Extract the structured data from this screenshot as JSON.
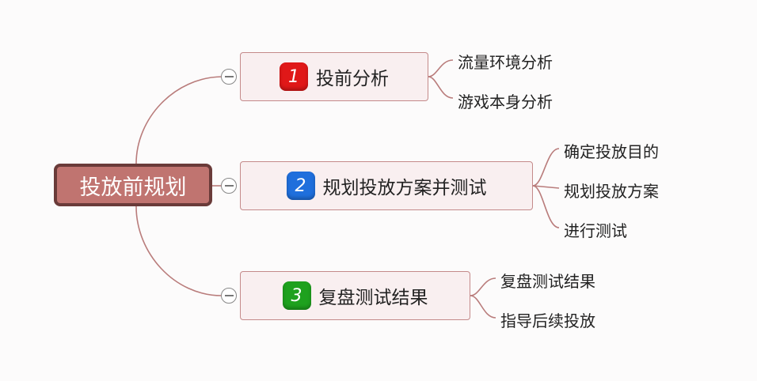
{
  "root": {
    "label": "投放前规划"
  },
  "branches": [
    {
      "number": "1",
      "label": "投前分析",
      "badge_color": "#e01818",
      "children": [
        "流量环境分析",
        "游戏本身分析"
      ]
    },
    {
      "number": "2",
      "label": "规划投放方案并测试",
      "badge_color": "#1f6fdc",
      "children": [
        "确定投放目的",
        "规划投放方案",
        "进行测试"
      ]
    },
    {
      "number": "3",
      "label": "复盘测试结果",
      "badge_color": "#1ea11e",
      "children": [
        "复盘测试结果",
        "指导后续投放"
      ]
    }
  ],
  "colors": {
    "connector": "#b97c7b",
    "root_fill": "#c07470",
    "root_border": "#6a3b39",
    "branch_fill": "#f9eff0"
  }
}
